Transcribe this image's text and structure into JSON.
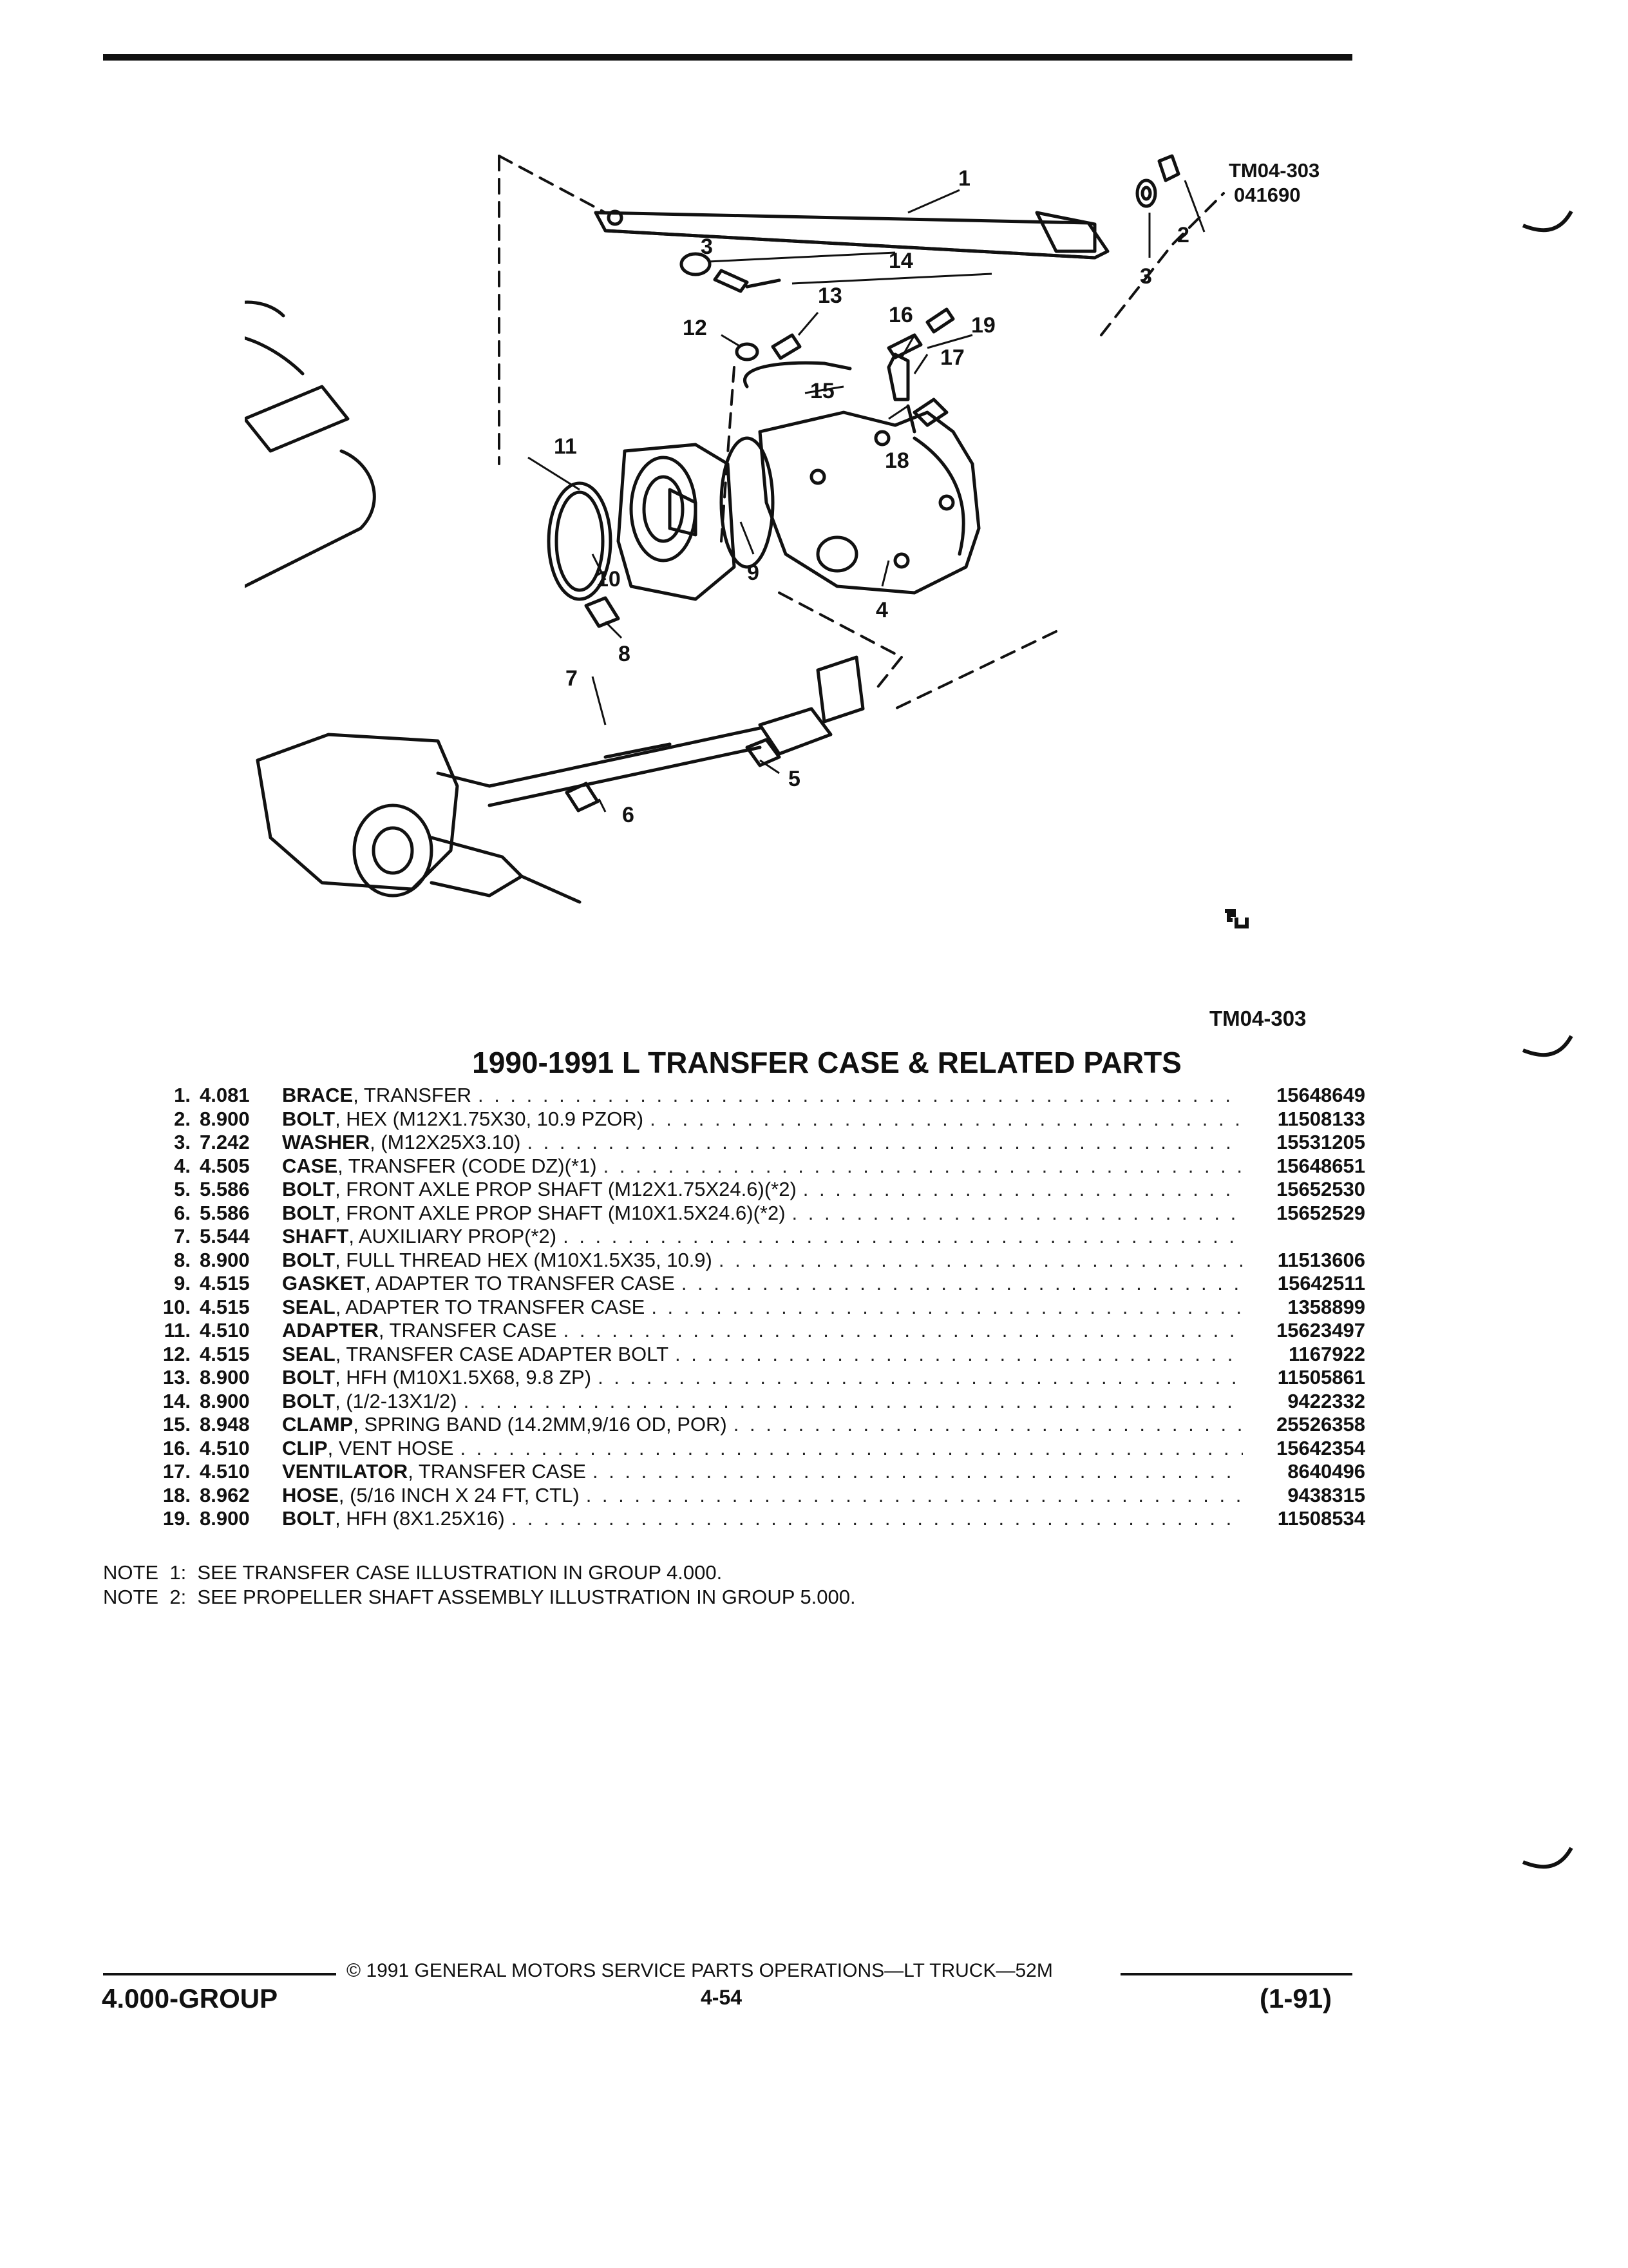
{
  "figure": {
    "id_top": "TM04-303",
    "date_code": "041690",
    "id_bottom": "TM04-303",
    "callouts": [
      "1",
      "2",
      "3",
      "3",
      "4",
      "5",
      "6",
      "7",
      "8",
      "9",
      "10",
      "11",
      "12",
      "13",
      "14",
      "15",
      "16",
      "17",
      "18",
      "19"
    ]
  },
  "title": "1990-1991 L TRANSFER CASE & RELATED PARTS",
  "parts": [
    {
      "num": "1.",
      "group": "4.081",
      "name": "BRACE",
      "desc": ", TRANSFER",
      "part_no": "15648649"
    },
    {
      "num": "2.",
      "group": "8.900",
      "name": "BOLT",
      "desc": ", HEX (M12X1.75X30, 10.9 PZOR)",
      "part_no": "11508133"
    },
    {
      "num": "3.",
      "group": "7.242",
      "name": "WASHER",
      "desc": ", (M12X25X3.10)",
      "part_no": "15531205"
    },
    {
      "num": "4.",
      "group": "4.505",
      "name": "CASE",
      "desc": ", TRANSFER (CODE DZ)(*1)",
      "part_no": "15648651"
    },
    {
      "num": "5.",
      "group": "5.586",
      "name": "BOLT",
      "desc": ", FRONT AXLE PROP SHAFT (M12X1.75X24.6)(*2)",
      "part_no": "15652530"
    },
    {
      "num": "6.",
      "group": "5.586",
      "name": "BOLT",
      "desc": ", FRONT AXLE PROP SHAFT (M10X1.5X24.6)(*2)",
      "part_no": "15652529"
    },
    {
      "num": "7.",
      "group": "5.544",
      "name": "SHAFT",
      "desc": ", AUXILIARY PROP(*2)",
      "part_no": ""
    },
    {
      "num": "8.",
      "group": "8.900",
      "name": "BOLT",
      "desc": ", FULL THREAD HEX (M10X1.5X35, 10.9)",
      "part_no": "11513606"
    },
    {
      "num": "9.",
      "group": "4.515",
      "name": "GASKET",
      "desc": ", ADAPTER TO TRANSFER CASE",
      "part_no": "15642511"
    },
    {
      "num": "10.",
      "group": "4.515",
      "name": "SEAL",
      "desc": ", ADAPTER TO TRANSFER CASE",
      "part_no": "1358899"
    },
    {
      "num": "11.",
      "group": "4.510",
      "name": "ADAPTER",
      "desc": ", TRANSFER CASE",
      "part_no": "15623497"
    },
    {
      "num": "12.",
      "group": "4.515",
      "name": "SEAL",
      "desc": ", TRANSFER CASE ADAPTER BOLT",
      "part_no": "1167922"
    },
    {
      "num": "13.",
      "group": "8.900",
      "name": "BOLT",
      "desc": ", HFH (M10X1.5X68, 9.8 ZP)",
      "part_no": "11505861"
    },
    {
      "num": "14.",
      "group": "8.900",
      "name": "BOLT",
      "desc": ", (1/2-13X1/2)",
      "part_no": "9422332"
    },
    {
      "num": "15.",
      "group": "8.948",
      "name": "CLAMP",
      "desc": ", SPRING BAND (14.2MM,9/16 OD, POR)",
      "part_no": "25526358"
    },
    {
      "num": "16.",
      "group": "4.510",
      "name": "CLIP",
      "desc": ", VENT HOSE",
      "part_no": "15642354"
    },
    {
      "num": "17.",
      "group": "4.510",
      "name": "VENTILATOR",
      "desc": ", TRANSFER CASE",
      "part_no": "8640496"
    },
    {
      "num": "18.",
      "group": "8.962",
      "name": "HOSE",
      "desc": ", (5/16 INCH X 24 FT, CTL)",
      "part_no": "9438315"
    },
    {
      "num": "19.",
      "group": "8.900",
      "name": "BOLT",
      "desc": ", HFH (8X1.25X16)",
      "part_no": "11508534"
    }
  ],
  "notes": [
    "NOTE  1:  SEE TRANSFER CASE ILLUSTRATION IN GROUP 4.000.",
    "NOTE  2:  SEE PROPELLER SHAFT ASSEMBLY ILLUSTRATION IN GROUP 5.000."
  ],
  "footer": {
    "copyright": "© 1991  GENERAL MOTORS SERVICE PARTS OPERATIONS—LT TRUCK—52M",
    "group": "4.000-GROUP",
    "page": "4-54",
    "date": "(1-91)"
  }
}
